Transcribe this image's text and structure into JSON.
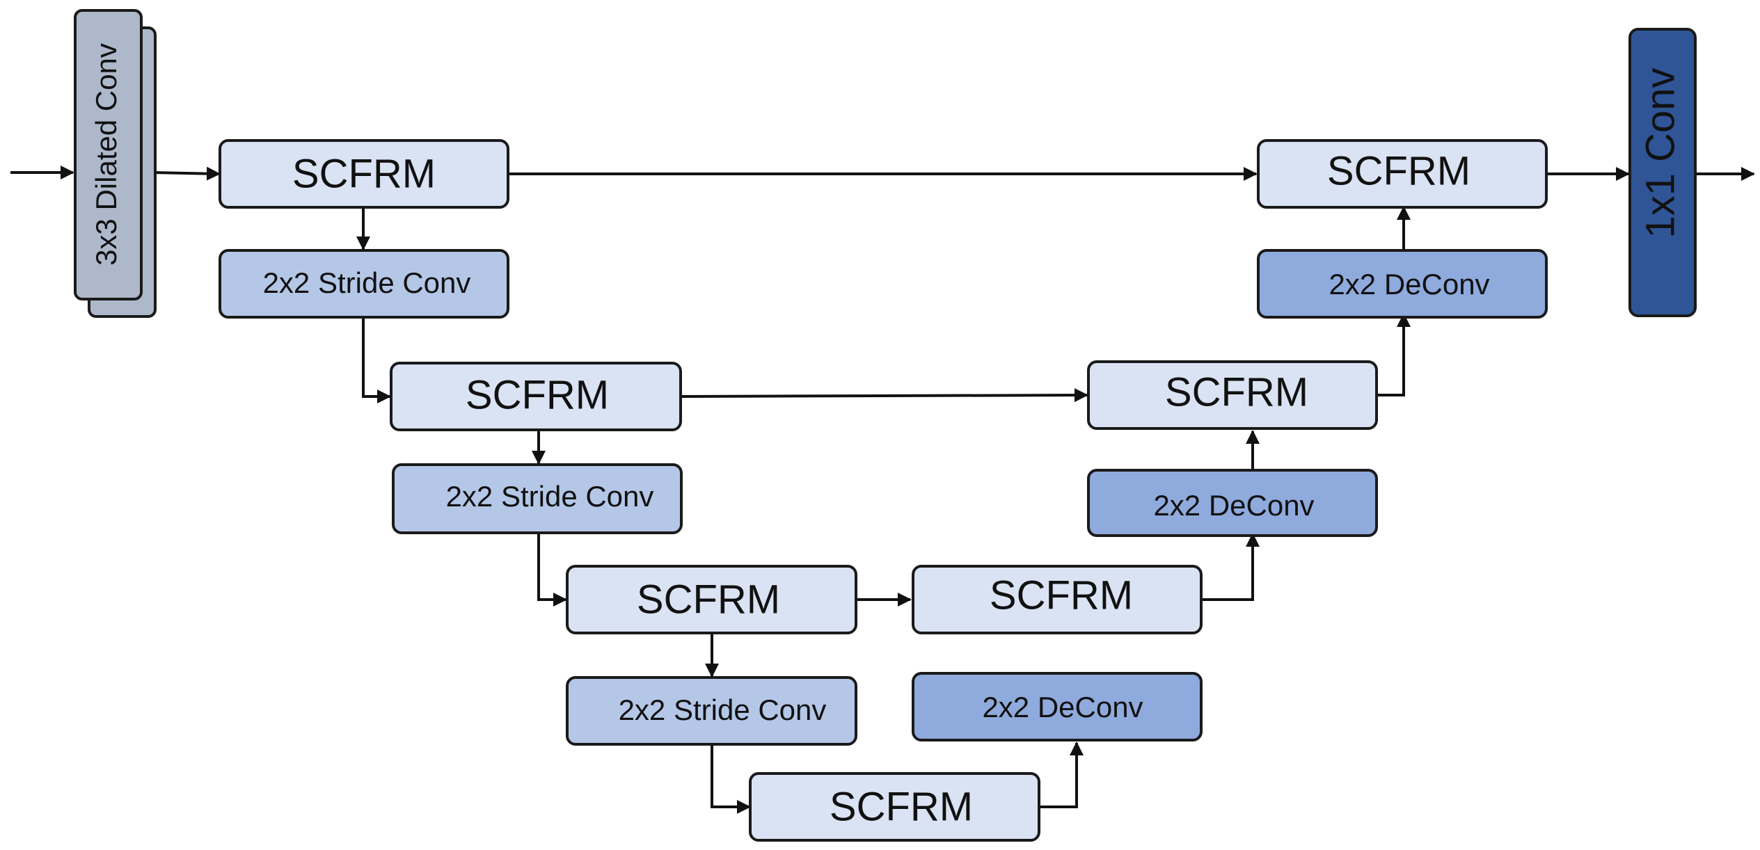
{
  "colors": {
    "scfrm_fill": "#dae3f3",
    "stride_fill": "#b4c7e7",
    "deconv_fill": "#8faadc",
    "dilated_fill": "#adb9ca",
    "conv1x1_fill": "#2f5597",
    "line": "#111111"
  },
  "nodes": {
    "dilated_conv": {
      "label": "3x3 Dilated Conv"
    },
    "enc_scfrm_1": {
      "label": "SCFRM"
    },
    "enc_stride_1": {
      "label": "2x2 Stride Conv"
    },
    "enc_scfrm_2": {
      "label": "SCFRM"
    },
    "enc_stride_2": {
      "label": "2x2 Stride Conv"
    },
    "enc_scfrm_3": {
      "label": "SCFRM"
    },
    "enc_stride_3": {
      "label": "2x2 Stride Conv"
    },
    "bottleneck_scfrm": {
      "label": "SCFRM"
    },
    "dec_deconv_3": {
      "label": "2x2 DeConv"
    },
    "dec_scfrm_3": {
      "label": "SCFRM"
    },
    "dec_deconv_2": {
      "label": "2x2 DeConv"
    },
    "dec_scfrm_2": {
      "label": "SCFRM"
    },
    "dec_deconv_1": {
      "label": "2x2 DeConv"
    },
    "dec_scfrm_1": {
      "label": "SCFRM"
    },
    "conv_1x1": {
      "label": "1x1 Conv"
    }
  }
}
